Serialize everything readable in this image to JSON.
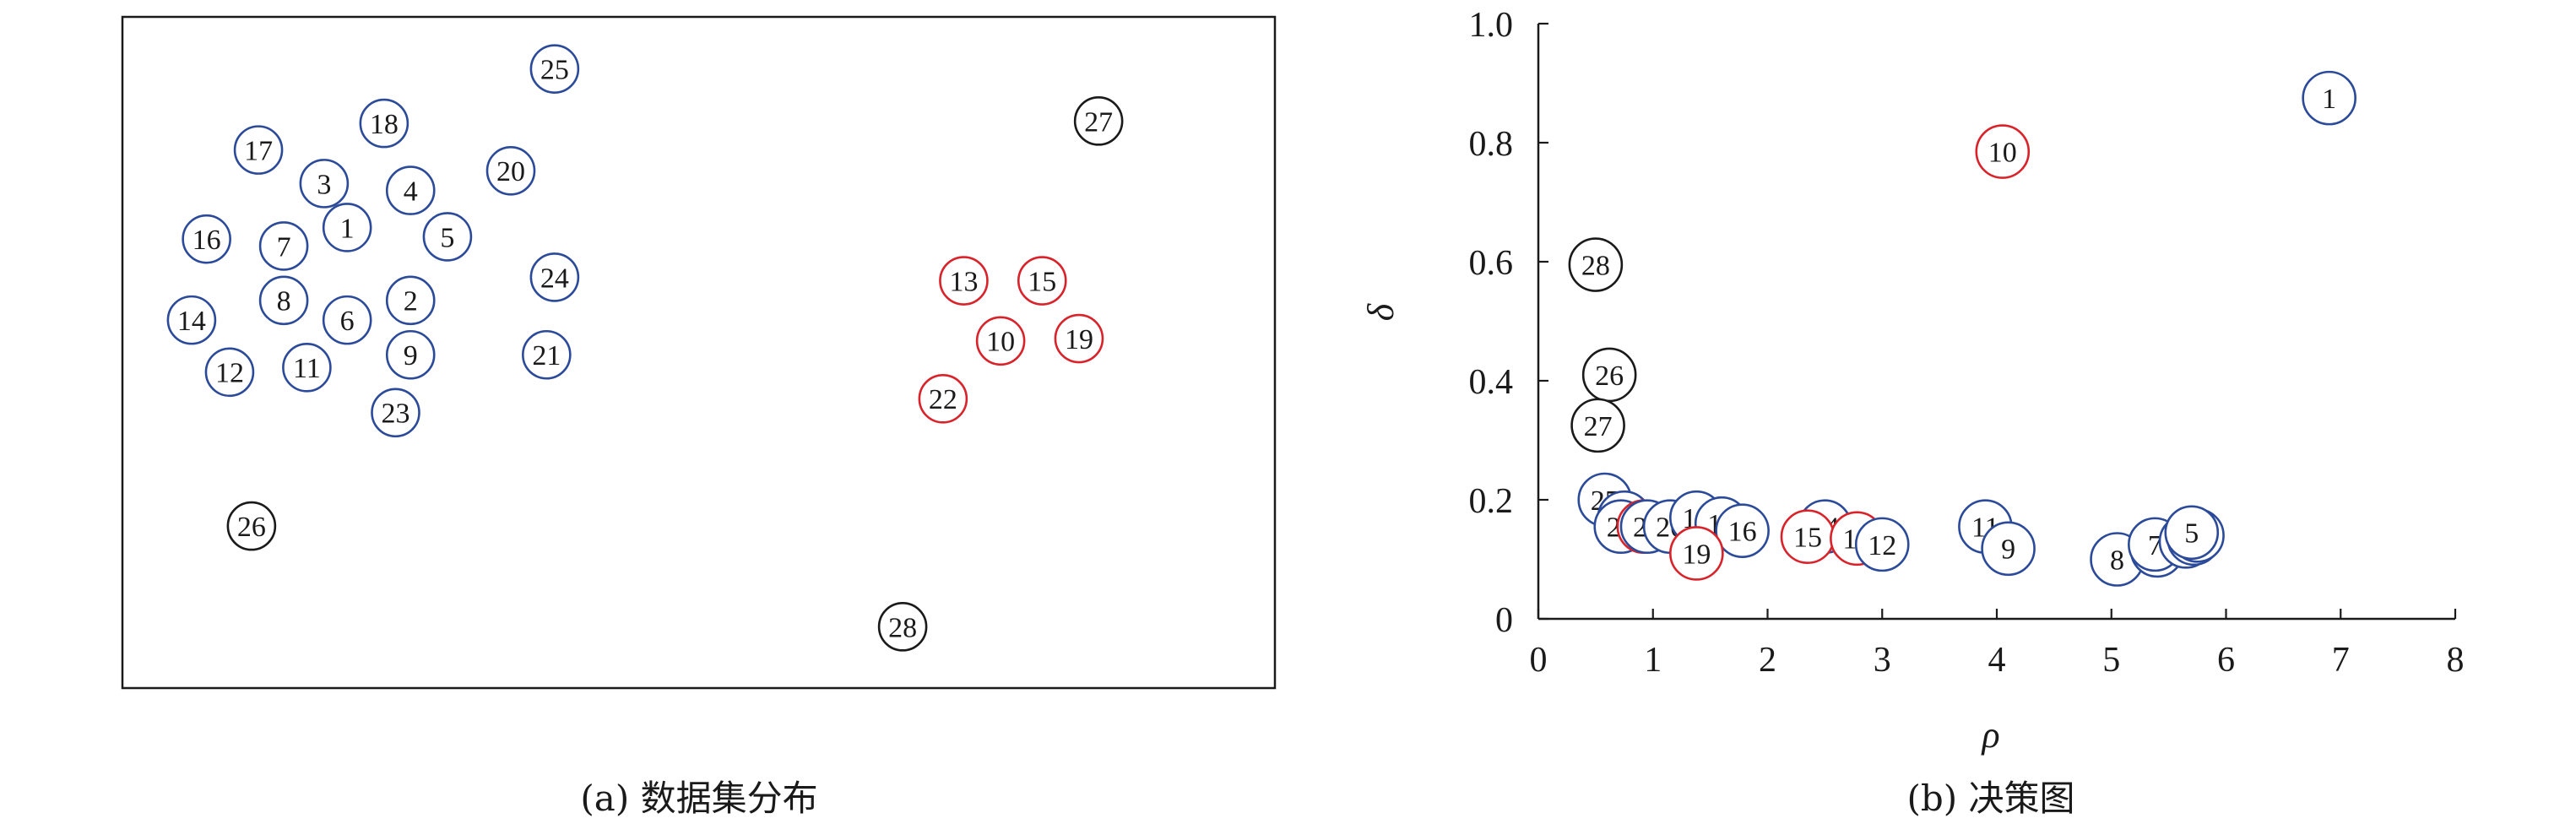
{
  "colors": {
    "blue": "#2b4a99",
    "red": "#d9232a",
    "black": "#1a1a1a"
  },
  "captions": {
    "a": "(a) 数据集分布",
    "b": "(b) 决策图"
  },
  "chart_data": [
    {
      "type": "scatter",
      "title": "",
      "xlabel": "",
      "ylabel": "",
      "axes_visible": false,
      "frame": true,
      "xlim": [
        0,
        1000
      ],
      "ylim": [
        0,
        580
      ],
      "points": [
        {
          "label": "1",
          "x": 195,
          "y": 398,
          "color": "blue"
        },
        {
          "label": "2",
          "x": 250,
          "y": 335,
          "color": "blue"
        },
        {
          "label": "3",
          "x": 175,
          "y": 436,
          "color": "blue"
        },
        {
          "label": "4",
          "x": 250,
          "y": 430,
          "color": "blue"
        },
        {
          "label": "5",
          "x": 282,
          "y": 390,
          "color": "blue"
        },
        {
          "label": "6",
          "x": 195,
          "y": 318,
          "color": "blue"
        },
        {
          "label": "7",
          "x": 140,
          "y": 382,
          "color": "blue"
        },
        {
          "label": "8",
          "x": 140,
          "y": 335,
          "color": "blue"
        },
        {
          "label": "9",
          "x": 250,
          "y": 288,
          "color": "blue"
        },
        {
          "label": "11",
          "x": 160,
          "y": 277,
          "color": "blue"
        },
        {
          "label": "12",
          "x": 93,
          "y": 273,
          "color": "blue"
        },
        {
          "label": "14",
          "x": 60,
          "y": 318,
          "color": "blue"
        },
        {
          "label": "16",
          "x": 73,
          "y": 388,
          "color": "blue"
        },
        {
          "label": "17",
          "x": 118,
          "y": 465,
          "color": "blue"
        },
        {
          "label": "18",
          "x": 227,
          "y": 488,
          "color": "blue"
        },
        {
          "label": "20",
          "x": 337,
          "y": 447,
          "color": "blue"
        },
        {
          "label": "21",
          "x": 368,
          "y": 288,
          "color": "blue"
        },
        {
          "label": "23",
          "x": 237,
          "y": 238,
          "color": "blue"
        },
        {
          "label": "24",
          "x": 375,
          "y": 355,
          "color": "blue"
        },
        {
          "label": "25",
          "x": 375,
          "y": 535,
          "color": "blue"
        },
        {
          "label": "10",
          "x": 762,
          "y": 300,
          "color": "red"
        },
        {
          "label": "13",
          "x": 730,
          "y": 352,
          "color": "red"
        },
        {
          "label": "15",
          "x": 798,
          "y": 352,
          "color": "red"
        },
        {
          "label": "19",
          "x": 830,
          "y": 302,
          "color": "red"
        },
        {
          "label": "22",
          "x": 712,
          "y": 250,
          "color": "red"
        },
        {
          "label": "26",
          "x": 112,
          "y": 140,
          "color": "black"
        },
        {
          "label": "27",
          "x": 847,
          "y": 490,
          "color": "black"
        },
        {
          "label": "28",
          "x": 677,
          "y": 53,
          "color": "black"
        }
      ]
    },
    {
      "type": "scatter",
      "title": "",
      "xlabel": "ρ",
      "ylabel": "δ",
      "xlim": [
        0,
        8
      ],
      "ylim": [
        0,
        1.0
      ],
      "xticks": [
        0,
        1,
        2,
        3,
        4,
        5,
        6,
        7,
        8
      ],
      "yticks": [
        0,
        0.2,
        0.4,
        0.6,
        0.8,
        1.0
      ],
      "ytick_labels": [
        "0",
        "0.2",
        "0.4",
        "0.6",
        "0.8",
        "1.0"
      ],
      "grid": false,
      "points": [
        {
          "label": "1",
          "x": 6.9,
          "y": 0.875,
          "color": "blue"
        },
        {
          "label": "10",
          "x": 4.05,
          "y": 0.785,
          "color": "red"
        },
        {
          "label": "28",
          "x": 0.5,
          "y": 0.595,
          "color": "black"
        },
        {
          "label": "26",
          "x": 0.62,
          "y": 0.41,
          "color": "black"
        },
        {
          "label": "27",
          "x": 0.52,
          "y": 0.325,
          "color": "black"
        },
        {
          "label": "25",
          "x": 0.58,
          "y": 0.2,
          "color": "blue"
        },
        {
          "label": "21",
          "x": 0.75,
          "y": 0.17,
          "color": "blue"
        },
        {
          "label": "24",
          "x": 0.72,
          "y": 0.155,
          "color": "blue"
        },
        {
          "label": "22",
          "x": 0.92,
          "y": 0.155,
          "color": "red"
        },
        {
          "label": "23",
          "x": 0.95,
          "y": 0.155,
          "color": "blue"
        },
        {
          "label": "20",
          "x": 1.15,
          "y": 0.155,
          "color": "blue"
        },
        {
          "label": "18",
          "x": 1.38,
          "y": 0.17,
          "color": "blue"
        },
        {
          "label": "17",
          "x": 1.6,
          "y": 0.16,
          "color": "blue"
        },
        {
          "label": "16",
          "x": 1.78,
          "y": 0.148,
          "color": "blue"
        },
        {
          "label": "19",
          "x": 1.38,
          "y": 0.11,
          "color": "red"
        },
        {
          "label": "14",
          "x": 2.5,
          "y": 0.155,
          "color": "blue"
        },
        {
          "label": "15",
          "x": 2.35,
          "y": 0.138,
          "color": "red"
        },
        {
          "label": "13",
          "x": 2.78,
          "y": 0.135,
          "color": "red"
        },
        {
          "label": "12",
          "x": 3.0,
          "y": 0.125,
          "color": "blue"
        },
        {
          "label": "11",
          "x": 3.9,
          "y": 0.155,
          "color": "blue"
        },
        {
          "label": "9",
          "x": 4.1,
          "y": 0.118,
          "color": "blue"
        },
        {
          "label": "8",
          "x": 5.05,
          "y": 0.1,
          "color": "blue"
        },
        {
          "label": "2",
          "x": 5.4,
          "y": 0.115,
          "color": "blue"
        },
        {
          "label": "7",
          "x": 5.38,
          "y": 0.125,
          "color": "blue"
        },
        {
          "label": "6",
          "x": 5.65,
          "y": 0.13,
          "color": "blue"
        },
        {
          "label": "4",
          "x": 5.72,
          "y": 0.135,
          "color": "blue"
        },
        {
          "label": "3",
          "x": 5.75,
          "y": 0.14,
          "color": "blue"
        },
        {
          "label": "5",
          "x": 5.7,
          "y": 0.145,
          "color": "blue"
        }
      ]
    }
  ]
}
